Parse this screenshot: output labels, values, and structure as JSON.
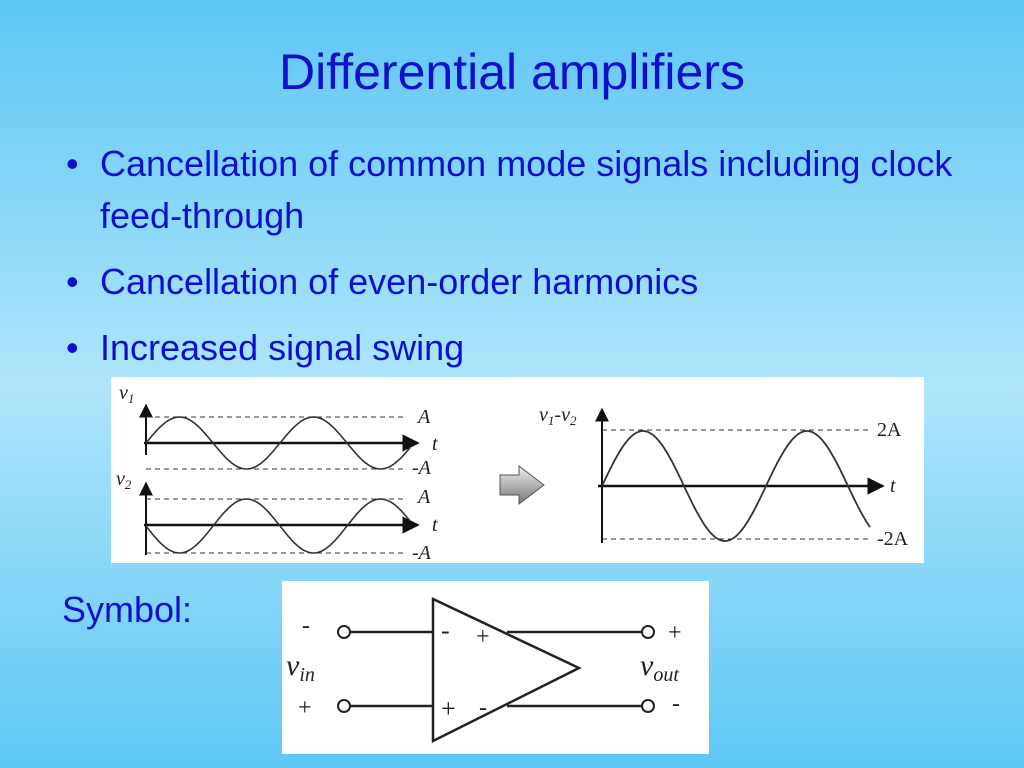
{
  "slide": {
    "title": "Differential amplifiers"
  },
  "bullets": [
    {
      "marker": "•",
      "text": "Cancellation of common mode signals including clock feed-through"
    },
    {
      "marker": "•",
      "text": "Cancellation of even-order harmonics"
    },
    {
      "marker": "•",
      "text": "Increased signal swing"
    }
  ],
  "waveforms": {
    "v1": {
      "label_main": "v",
      "label_sub": "1",
      "amp_label": "A",
      "neg_amp_label": "-A",
      "time_label": "t"
    },
    "v2": {
      "label_main": "v",
      "label_sub": "2",
      "amp_label": "A",
      "neg_amp_label": "-A",
      "time_label": "t"
    },
    "diff": {
      "label_a": "v",
      "label_a_sub": "1",
      "label_dash": "-",
      "label_b": "v",
      "label_b_sub": "2",
      "amp_label": "2A",
      "neg_amp_label": "-2A",
      "time_label": "t"
    }
  },
  "symbol": {
    "label": "Symbol:",
    "input_minus": "-",
    "input_plus": "+",
    "vin_main": "v",
    "vin_sub": "in",
    "output_plus": "+",
    "output_minus": "-",
    "vout_main": "v",
    "vout_sub": "out",
    "inner_in_minus": "-",
    "inner_in_plus": "+",
    "inner_out_plus": "+",
    "inner_out_minus": "-"
  },
  "colors": {
    "text": "#1010cc",
    "background_top": "#5ec6f5",
    "background_mid": "#aee6fb"
  }
}
